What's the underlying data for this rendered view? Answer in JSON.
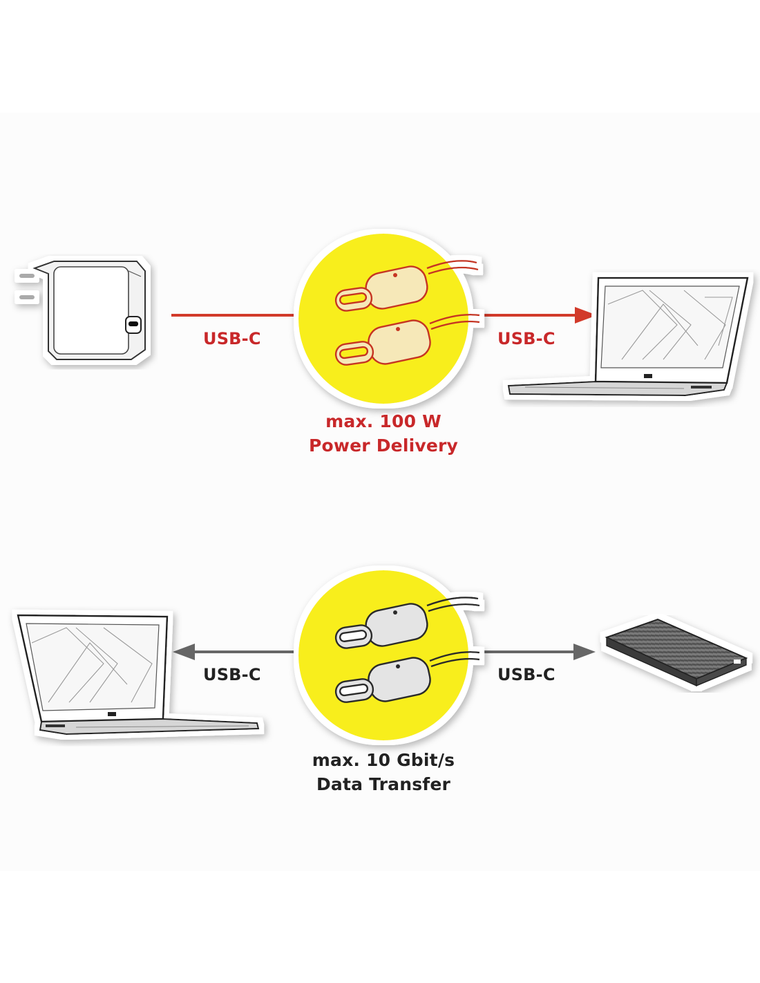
{
  "colors": {
    "power_accent": "#c8282a",
    "data_accent": "#222222",
    "circle_fill": "#f8ee1e",
    "arrow_red": "#d23a2a",
    "arrow_gray": "#666666"
  },
  "power_row": {
    "left_port_label": "USB-C",
    "right_port_label": "USB-C",
    "caption_line1": "max. 100 W",
    "caption_line2": "Power Delivery",
    "source_device_icon": "wall-charger-icon",
    "target_device_icon": "laptop-icon",
    "cable_icon": "usb-c-cable-icon"
  },
  "data_row": {
    "left_port_label": "USB-C",
    "right_port_label": "USB-C",
    "caption_line1": "max. 10 Gbit/s",
    "caption_line2": "Data Transfer",
    "left_device_icon": "laptop-icon",
    "right_device_icon": "external-drive-icon",
    "cable_icon": "usb-c-cable-icon"
  }
}
